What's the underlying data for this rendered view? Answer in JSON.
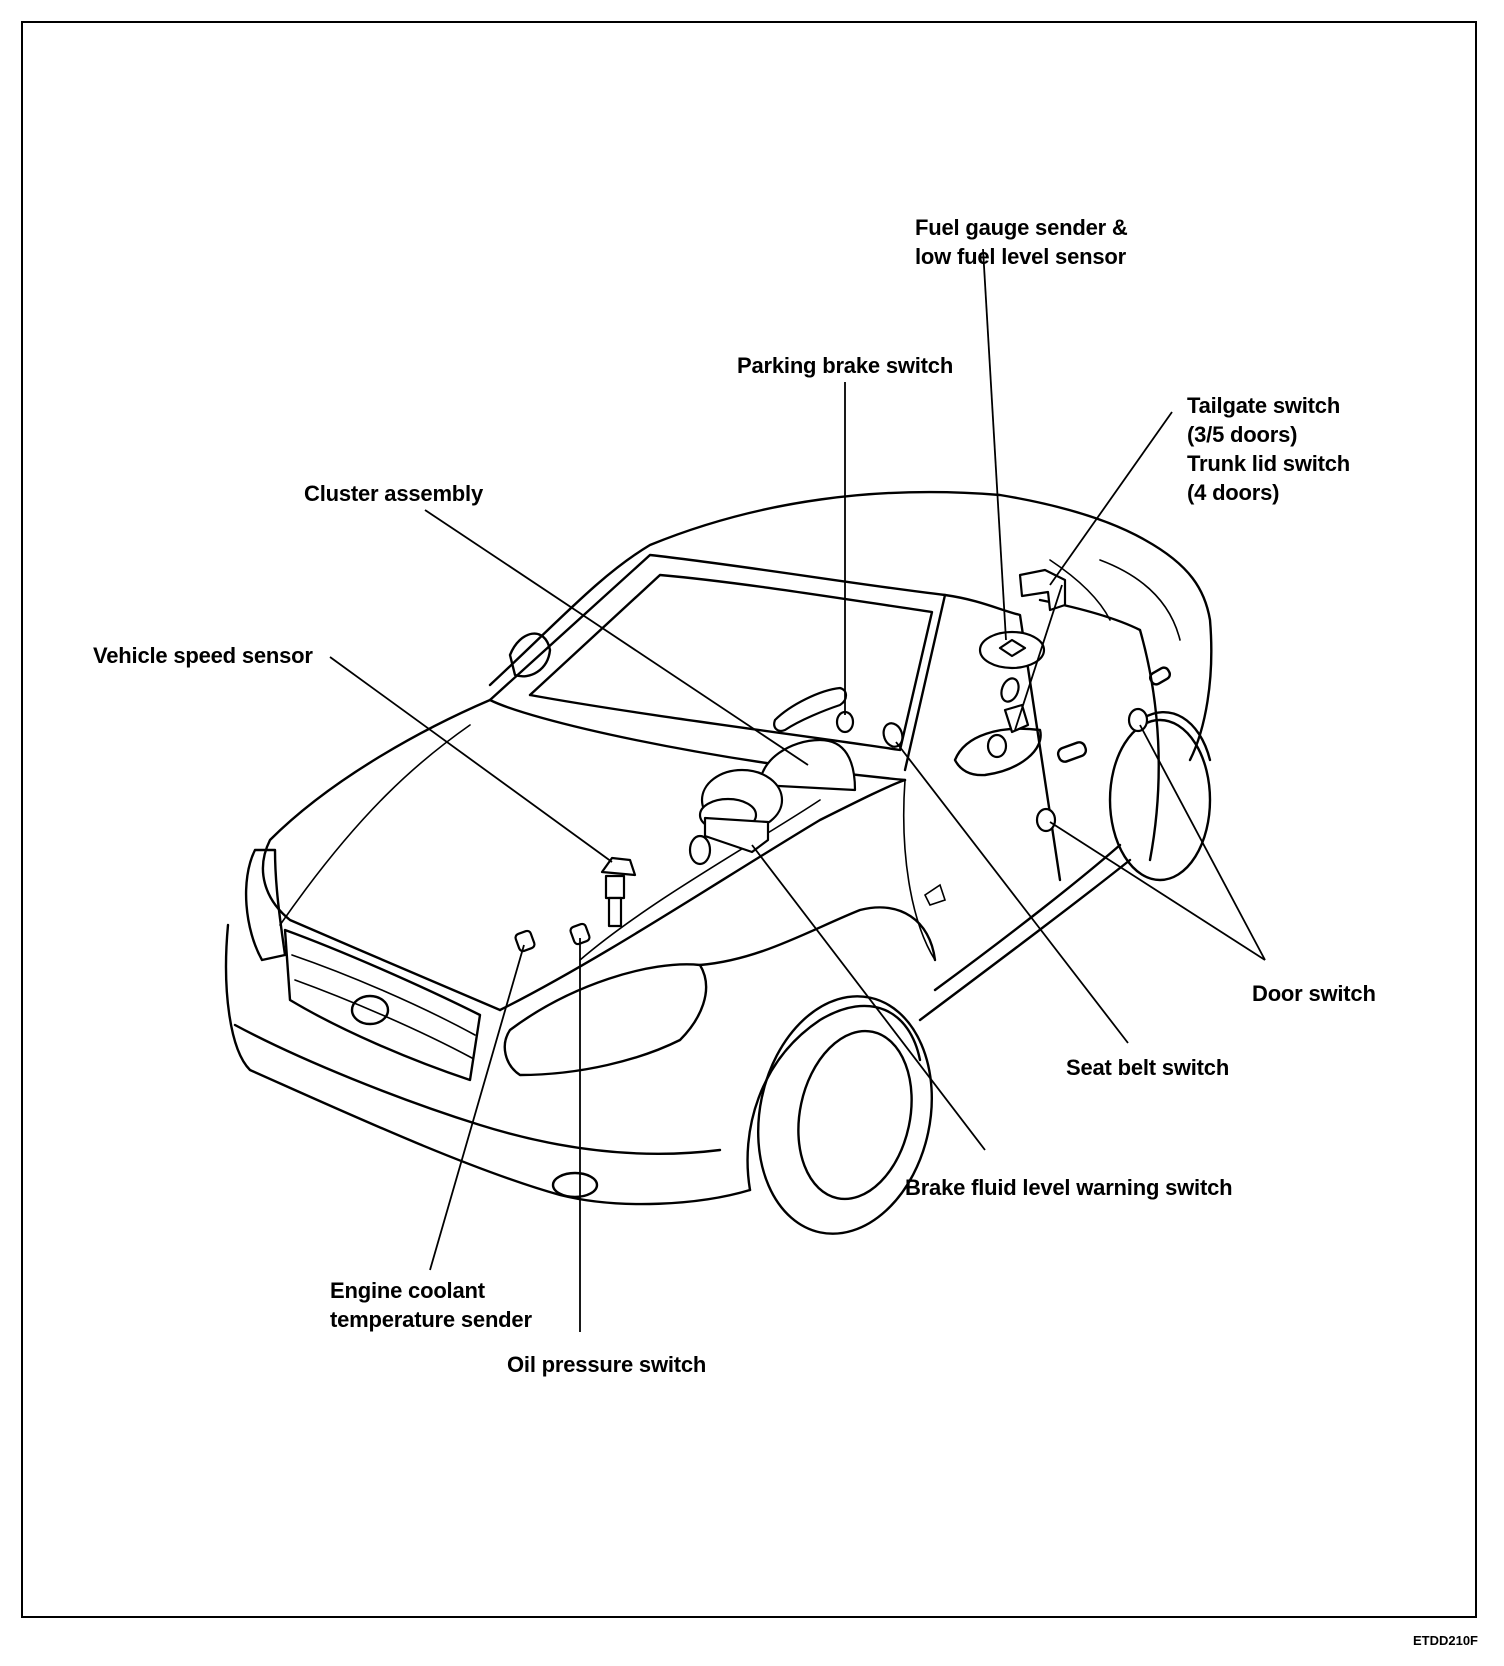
{
  "labels": {
    "fuel_gauge": [
      "Fuel gauge sender &",
      "low fuel level sensor"
    ],
    "parking_brake": "Parking brake switch",
    "tailgate": [
      "Tailgate switch",
      "(3/5 doors)",
      "Trunk lid switch",
      "(4 doors)"
    ],
    "cluster": "Cluster assembly",
    "speed_sensor": "Vehicle speed sensor",
    "door_switch": "Door switch",
    "seat_belt": "Seat belt switch",
    "brake_fluid": "Brake fluid level warning switch",
    "coolant": [
      "Engine coolant",
      "temperature sender"
    ],
    "oil_pressure": "Oil pressure switch"
  },
  "figure_code": "ETDD210F"
}
